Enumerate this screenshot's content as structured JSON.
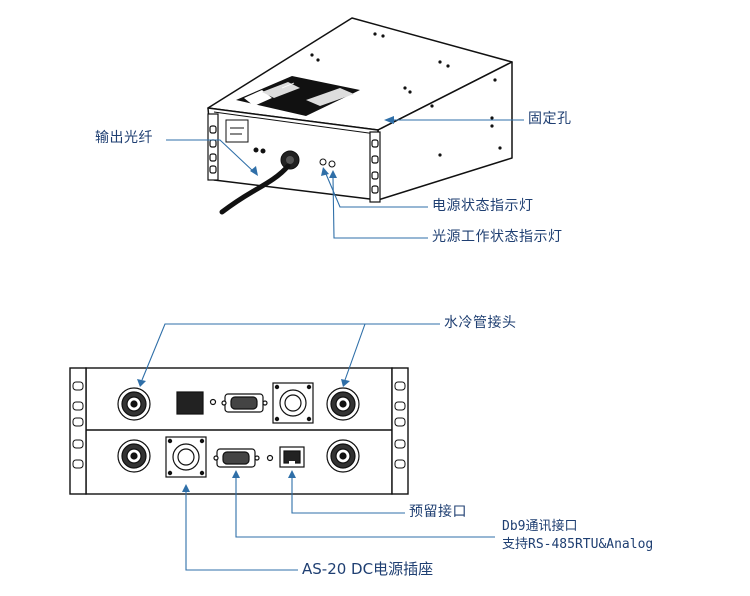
{
  "colors": {
    "callout_line": "#2f6fa8",
    "label_text": "#1f3f72",
    "outline": "#111111",
    "panel_fill": "#ffffff",
    "dark_fill": "#222222"
  },
  "top_view": {
    "label_output_fiber": "输出光纤",
    "label_mount_hole": "固定孔",
    "label_power_led": "电源状态指示灯",
    "label_source_led": "光源工作状态指示灯"
  },
  "front_view": {
    "label_water_connector": "水冷管接头",
    "label_reserved_port": "预留接口",
    "label_db9_line1": "Db9通讯接口",
    "label_db9_line2": "支持RS-485RTU&Analog",
    "label_power_socket": "AS-20 DC电源插座"
  }
}
